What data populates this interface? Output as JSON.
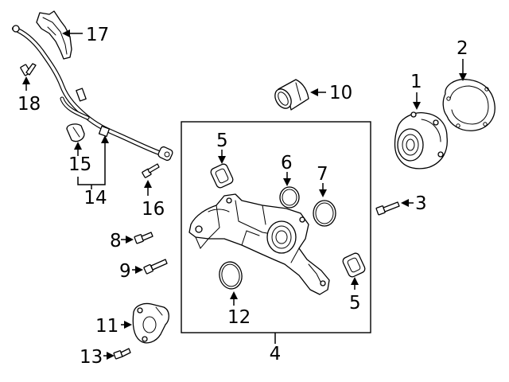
{
  "diagram": {
    "callouts": {
      "c1": "1",
      "c2": "2",
      "c3": "3",
      "c4": "4",
      "c5a": "5",
      "c5b": "5",
      "c6": "6",
      "c7": "7",
      "c8": "8",
      "c9": "9",
      "c10": "10",
      "c11": "11",
      "c12": "12",
      "c13": "13",
      "c14": "14",
      "c15": "15",
      "c16": "16",
      "c17": "17",
      "c18": "18"
    }
  }
}
